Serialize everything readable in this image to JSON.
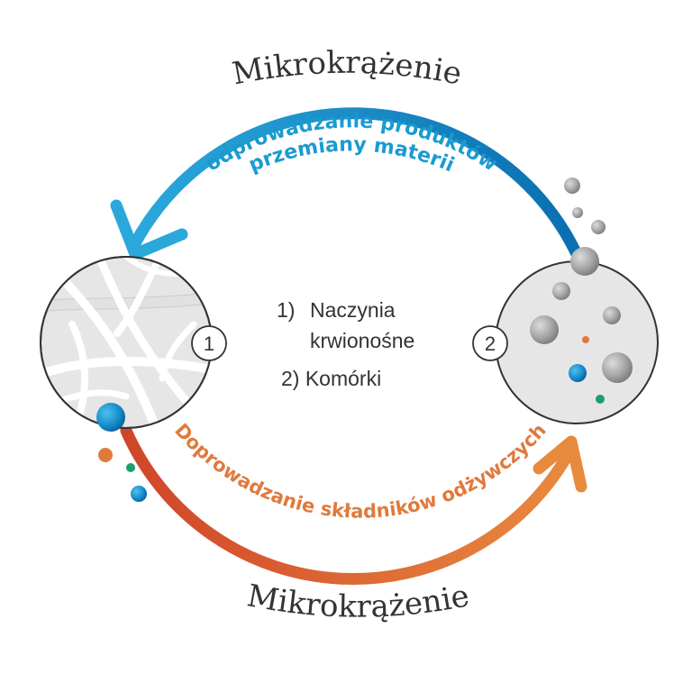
{
  "title_top": "Mikrokrążenie",
  "title_bottom": "Mikrokrążenie",
  "blue_arc": {
    "line1": "odprowadzanie produktów",
    "line2": "przemiany materii"
  },
  "orange_arc": {
    "label": "Doprowadzanie składników odżywczych"
  },
  "legend": {
    "item1_number": "1)",
    "item1_line1": "Naczynia",
    "item1_line2": "krwionośne",
    "item2": "2) Komórki"
  },
  "badges": {
    "vessels": "1",
    "cells": "2"
  },
  "colors": {
    "blue": "#1a9bd0",
    "dark_blue": "#0a6fb0",
    "orange": "#e07a3c",
    "red_orange": "#d0502a",
    "green": "#1e9e6a",
    "gray": "#e6e6e6"
  }
}
